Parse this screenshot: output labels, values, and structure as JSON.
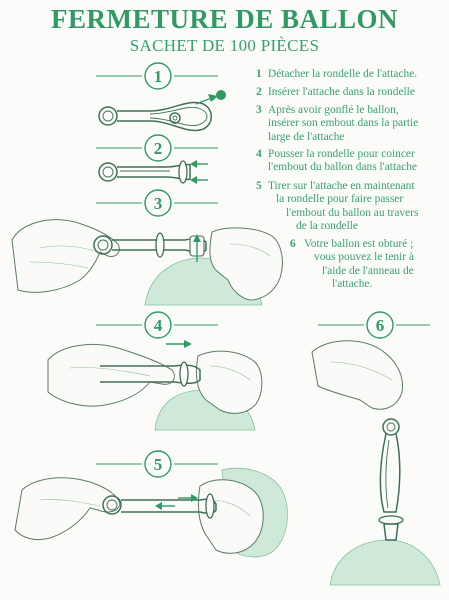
{
  "header": {
    "title": "FERMETURE DE BALLON",
    "subtitle": "SACHET DE 100 PIÈCES"
  },
  "steps": [
    {
      "num": "1",
      "lines": [
        "Détacher la rondelle de l'attache."
      ]
    },
    {
      "num": "2",
      "lines": [
        "Insérer l'attache dans la rondelle"
      ]
    },
    {
      "num": "3",
      "lines": [
        "Après avoir gonflé le ballon,",
        "insérer son embout dans la partie",
        "large de l'attache"
      ]
    },
    {
      "num": "4",
      "lines": [
        "Pousser la rondelle pour coincer",
        "l'embout du ballon dans l'attache"
      ]
    },
    {
      "num": "5",
      "lines": [
        "Tirer sur l'attache en maintenant",
        "la rondelle pour faire passer",
        "l'embout du ballon au travers",
        "de la rondelle"
      ]
    },
    {
      "num": "6",
      "lines": [
        "Votre ballon est obturé ;",
        "vous pouvez le tenir à",
        "l'aide de l'anneau de",
        "l'attache."
      ]
    }
  ],
  "badges": [
    "1",
    "2",
    "3",
    "4",
    "5",
    "6"
  ],
  "colors": {
    "accent": "#2f9a63",
    "balloon": "#cfe9d8",
    "line": "#4a8a6a"
  }
}
